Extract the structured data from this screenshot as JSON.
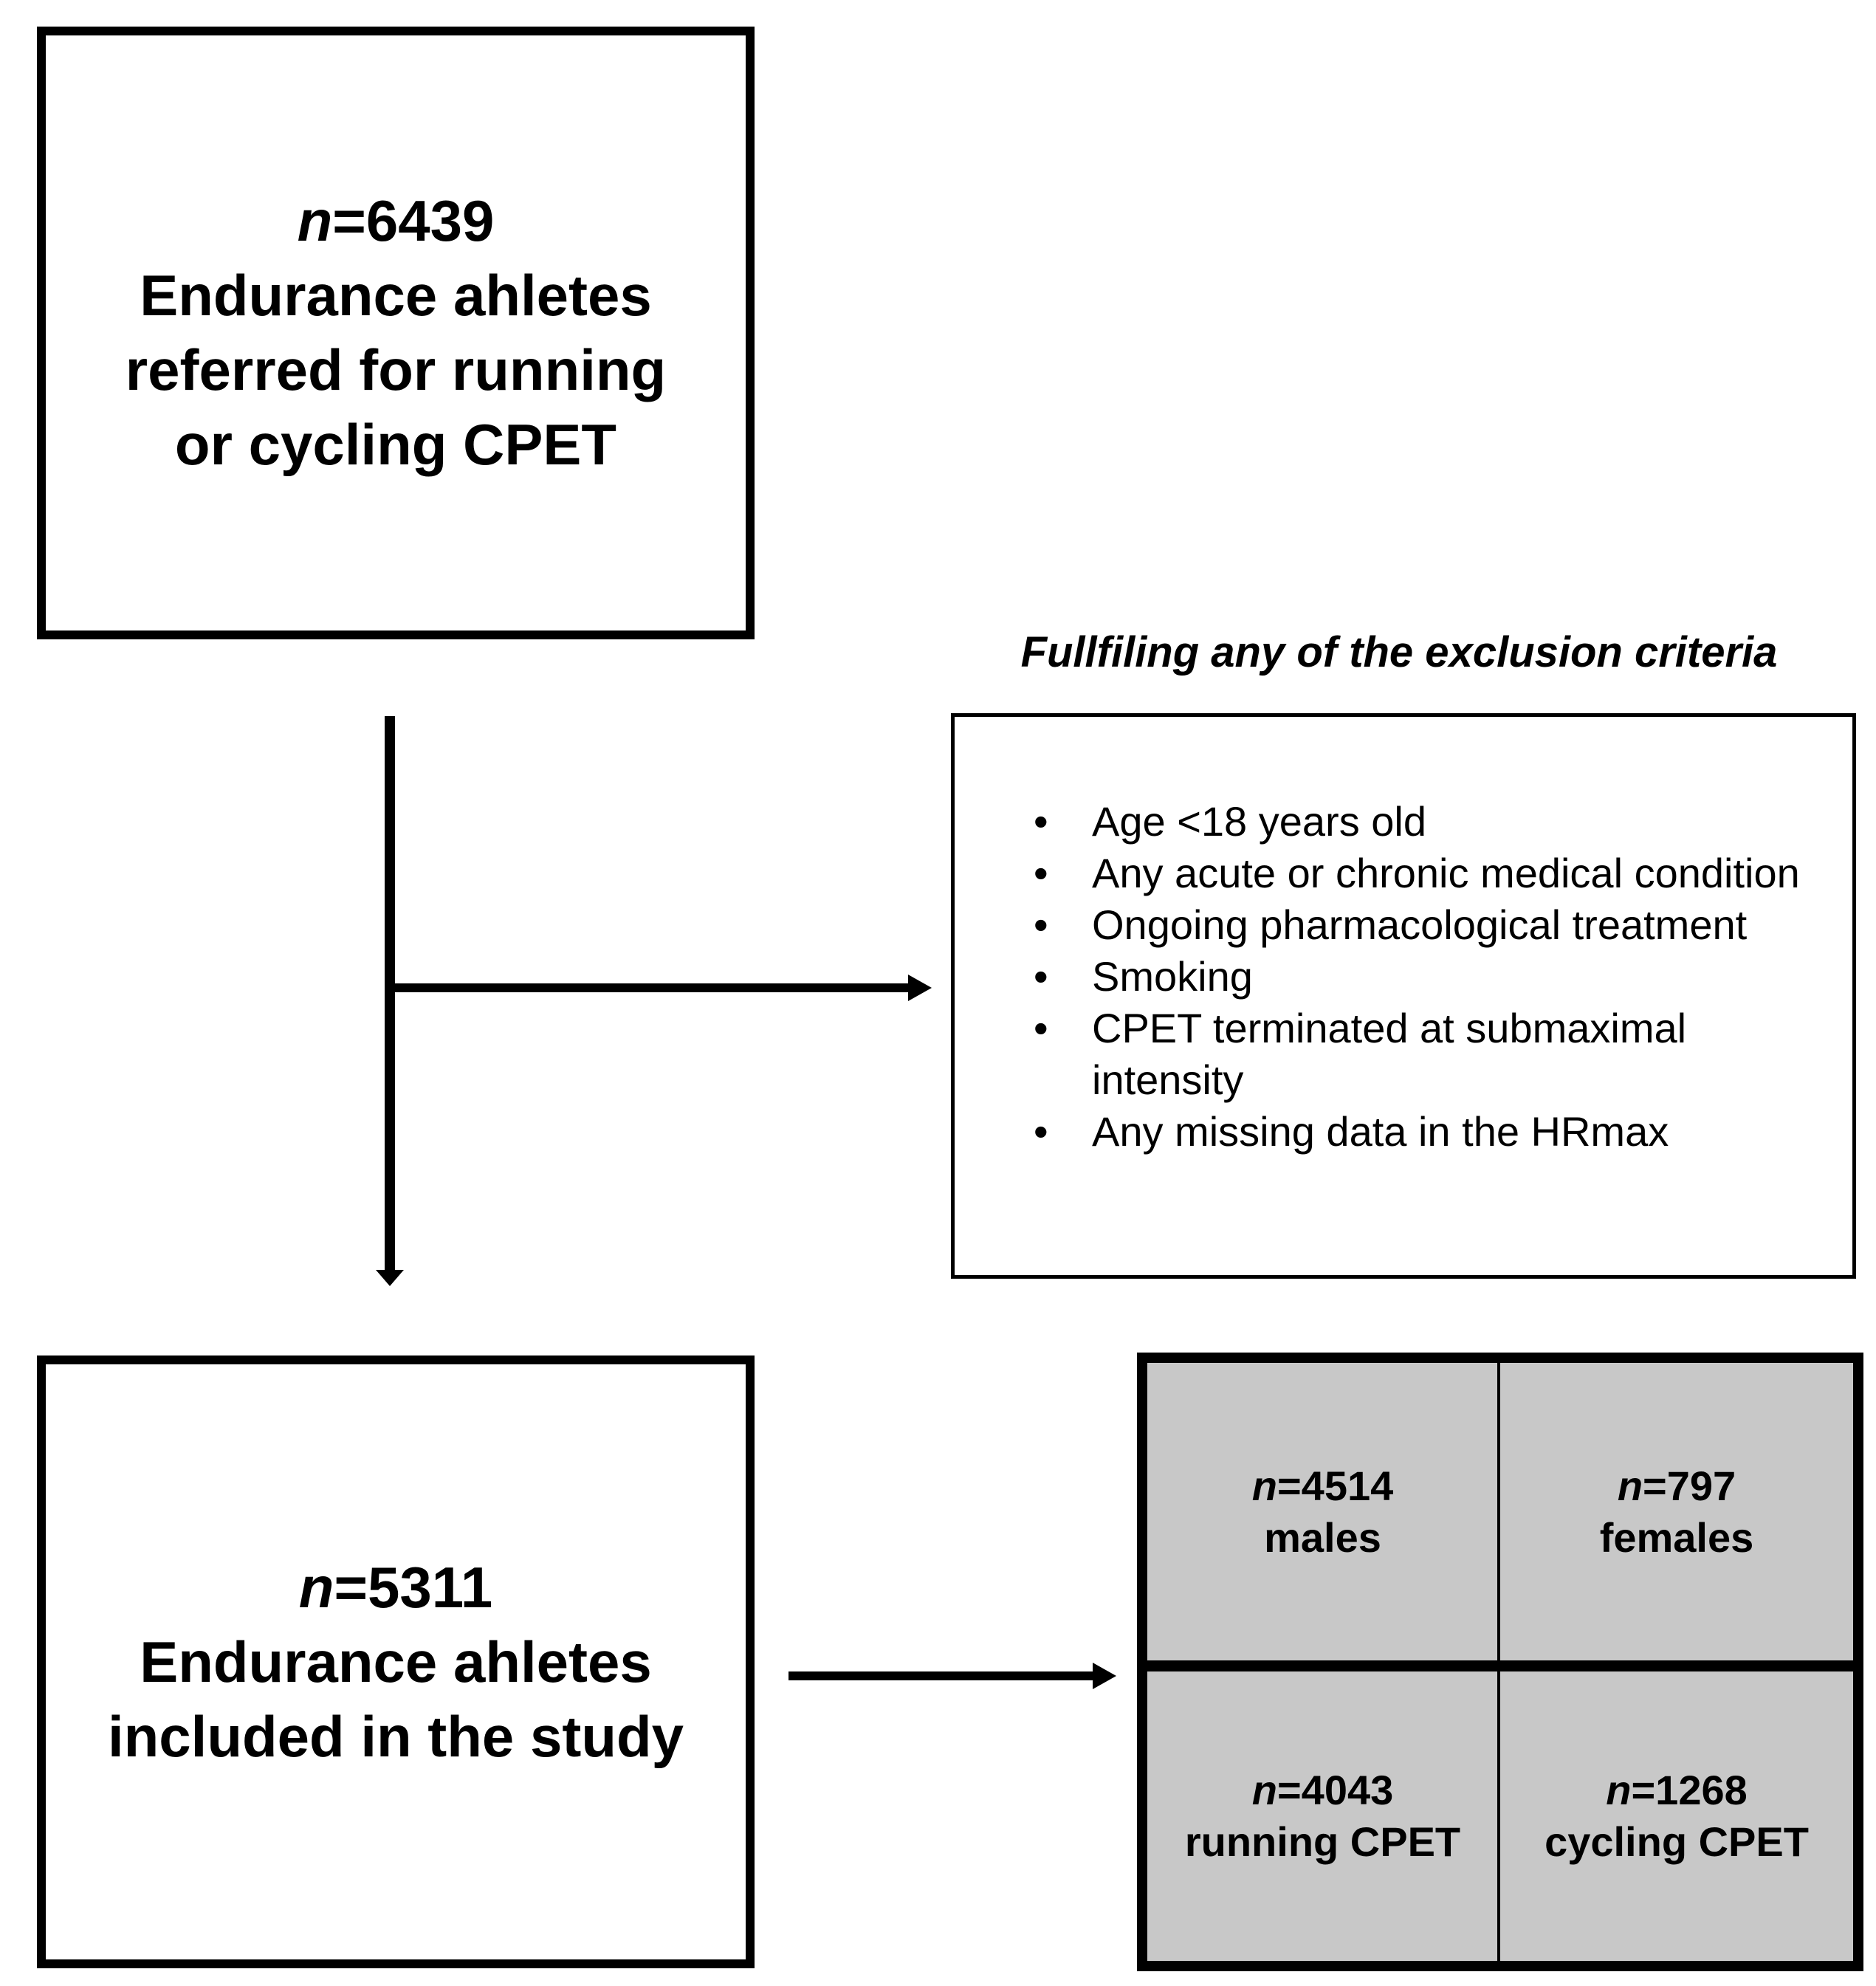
{
  "start_box": {
    "n_label": "n",
    "n_value": "=6439",
    "line1": "Endurance ahletes",
    "line2": "referred for running",
    "line3": "or cycling CPET"
  },
  "exclusion": {
    "title": "Fullfiling any of the exclusion criteria",
    "bullet": "•",
    "items": [
      "Age <18 years old",
      "Any acute or chronic medical condition",
      "Ongoing pharmacological treatment",
      "Smoking",
      "CPET terminated at submaximal intensity",
      "Any missing data in the HRmax"
    ]
  },
  "included_box": {
    "n_label": "n",
    "n_value": "=5311",
    "line1": "Endurance ahletes",
    "line2": "included in the study"
  },
  "subgroups": {
    "males": {
      "n_label": "n",
      "n_value": "=4514",
      "label": "males"
    },
    "females": {
      "n_label": "n",
      "n_value": "=797",
      "label": "females"
    },
    "running": {
      "n_label": "n",
      "n_value": "=4043",
      "label": "running CPET"
    },
    "cycling": {
      "n_label": "n",
      "n_value": "=1268",
      "label": "cycling CPET"
    }
  },
  "colors": {
    "line": "#000000",
    "subgroup_fill": "#c8c8c8",
    "background": "#ffffff"
  }
}
